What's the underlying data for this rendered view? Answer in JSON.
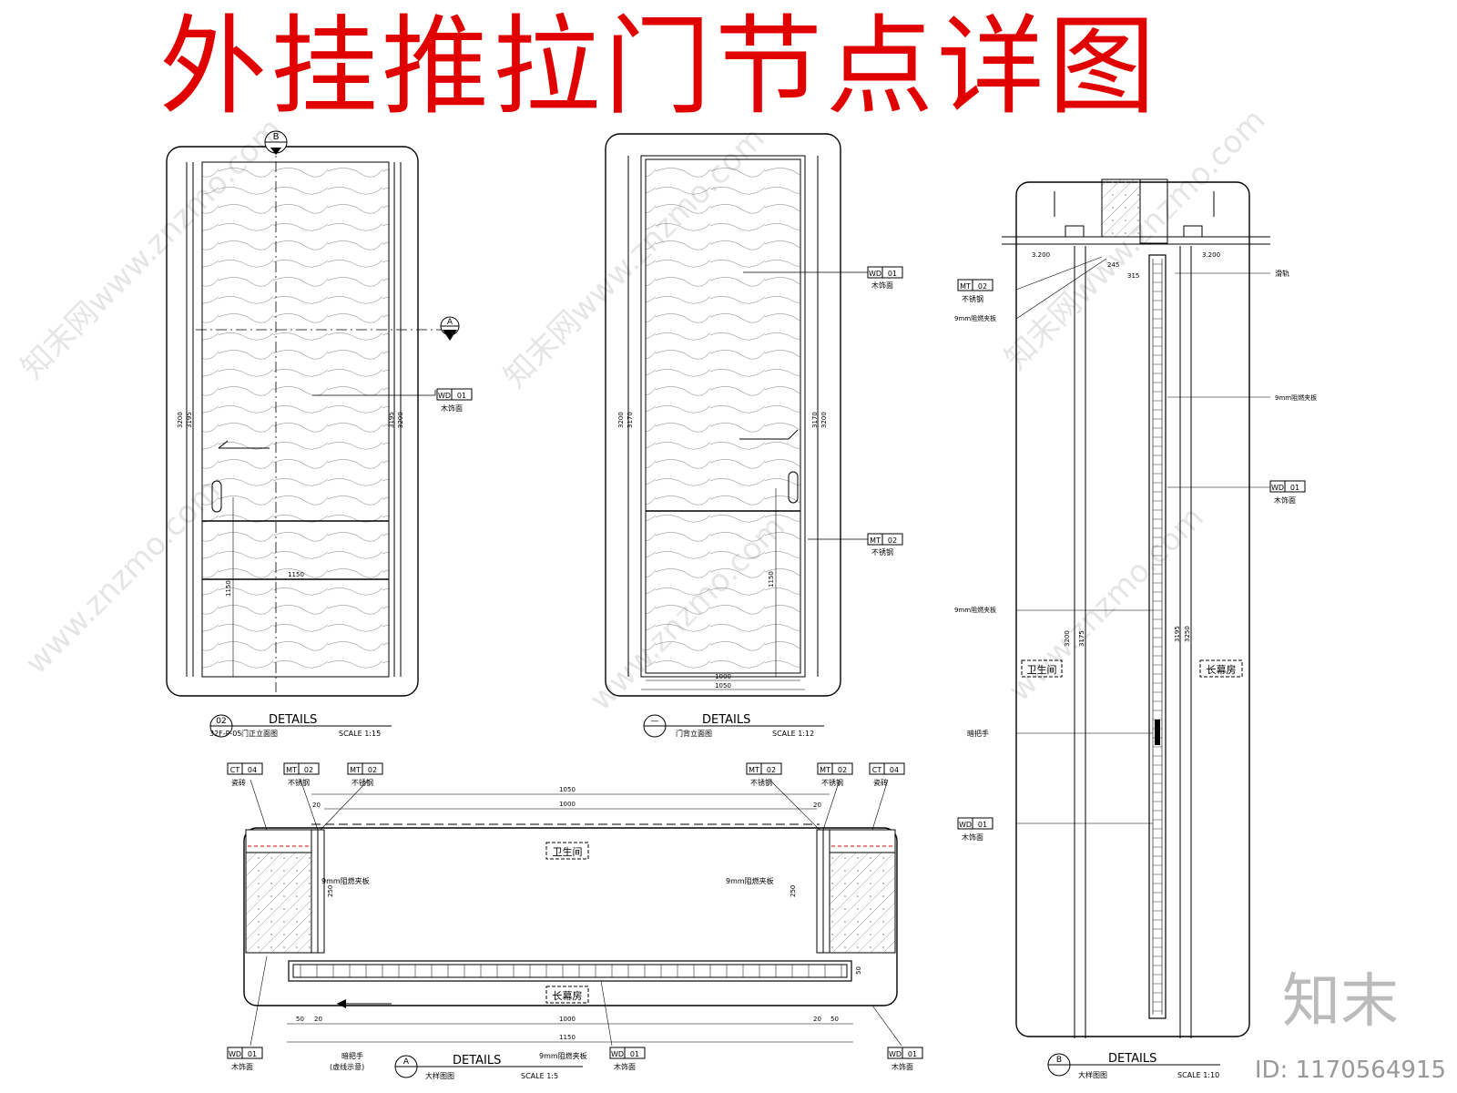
{
  "title": "外挂推拉门节点详图",
  "watermarks": [
    "知末网www.znzmo.com",
    "www.znzmo.com",
    "知末网www.znzmo.com",
    "www.znzmo.com",
    "知末网www.znzmo.com",
    "www.znzmo.com"
  ],
  "brand": "知末",
  "image_id": "ID: 1170564915",
  "colors": {
    "title": "#e10000",
    "line": "#000000",
    "hatch_red": "#e10000"
  },
  "view1": {
    "section_a": "A",
    "section_b": "B",
    "tag": {
      "code": "WD",
      "num": "01",
      "desc": "木饰面"
    },
    "dims": {
      "h1": "3200",
      "h2": "3195",
      "h3": "3195",
      "h4": "3200",
      "handle": "1150",
      "width": "1150"
    },
    "caption": {
      "num": "02",
      "sheet": "32F-P-05",
      "title": "DETAILS",
      "sub": "门正立面图",
      "scale": "SCALE 1:15"
    }
  },
  "view2": {
    "tags": [
      {
        "code": "WD",
        "num": "01",
        "desc": "木饰面"
      },
      {
        "code": "MT",
        "num": "02",
        "desc": "不锈钢"
      }
    ],
    "dims": {
      "h1": "3200",
      "h2": "3170",
      "h3": "3170",
      "h4": "3200",
      "handle": "1150",
      "w1": "1000",
      "w2": "1050"
    },
    "caption": {
      "num": "—",
      "title": "DETAILS",
      "sub": "门背立面图",
      "scale": "SCALE 1:12"
    }
  },
  "view3": {
    "tags_top": [
      {
        "code": "CT",
        "num": "04",
        "desc": "瓷砖"
      },
      {
        "code": "MT",
        "num": "02",
        "desc": "不锈钢"
      },
      {
        "code": "MT",
        "num": "02",
        "desc": "不锈钢"
      },
      {
        "code": "MT",
        "num": "02",
        "desc": "不锈钢"
      },
      {
        "code": "MT",
        "num": "02",
        "desc": "不锈钢"
      },
      {
        "code": "CT",
        "num": "04",
        "desc": "瓷砖"
      }
    ],
    "tags_bottom": [
      {
        "code": "WD",
        "num": "01",
        "desc": "木饰面"
      },
      {
        "code": "WD",
        "num": "01",
        "desc": "木饰面"
      },
      {
        "code": "WD",
        "num": "01",
        "desc": "木饰面"
      }
    ],
    "dims": {
      "top1": "1050",
      "top2": "1000",
      "left_gap": "20",
      "right_gap": "20",
      "depth_l": "250",
      "depth_r": "250",
      "rail": "50",
      "b50l": "50",
      "b20l": "20",
      "b1000": "1000",
      "b20r": "20",
      "b50r": "50",
      "b1150": "1150"
    },
    "room_top": "卫生间",
    "room_bottom": "长幕房",
    "panel_l": "9mm阻燃夹板",
    "panel_r": "9mm阻燃夹板",
    "panel_b": "9mm阻燃夹板",
    "handle1": "暗把手",
    "handle2": "(虚线示意)",
    "caption": {
      "num": "A",
      "title": "DETAILS",
      "sub": "大样图图",
      "scale": "SCALE 1:5"
    }
  },
  "view4": {
    "tags": [
      {
        "code": "MT",
        "num": "02",
        "desc": "不锈钢"
      },
      {
        "code": "WD",
        "num": "01",
        "desc": "木饰面"
      },
      {
        "code": "WD",
        "num": "01",
        "desc": "木饰面"
      }
    ],
    "labels": {
      "rail": "滑轨",
      "panel1": "9mm阻燃夹板",
      "panel2": "9mm阻燃夹板",
      "panel3": "9mm阻燃夹板",
      "handle": "暗把手"
    },
    "dims": {
      "lvl_l": "3.200",
      "lvl_r": "3.200",
      "d245": "245",
      "d315": "315",
      "h1": "3200",
      "h2": "3175",
      "h3": "3195",
      "h4": "3250"
    },
    "room_left": "卫生间",
    "room_right": "长幕房",
    "caption": {
      "num": "B",
      "title": "DETAILS",
      "sub": "大样图图",
      "scale": "SCALE 1:10"
    }
  }
}
